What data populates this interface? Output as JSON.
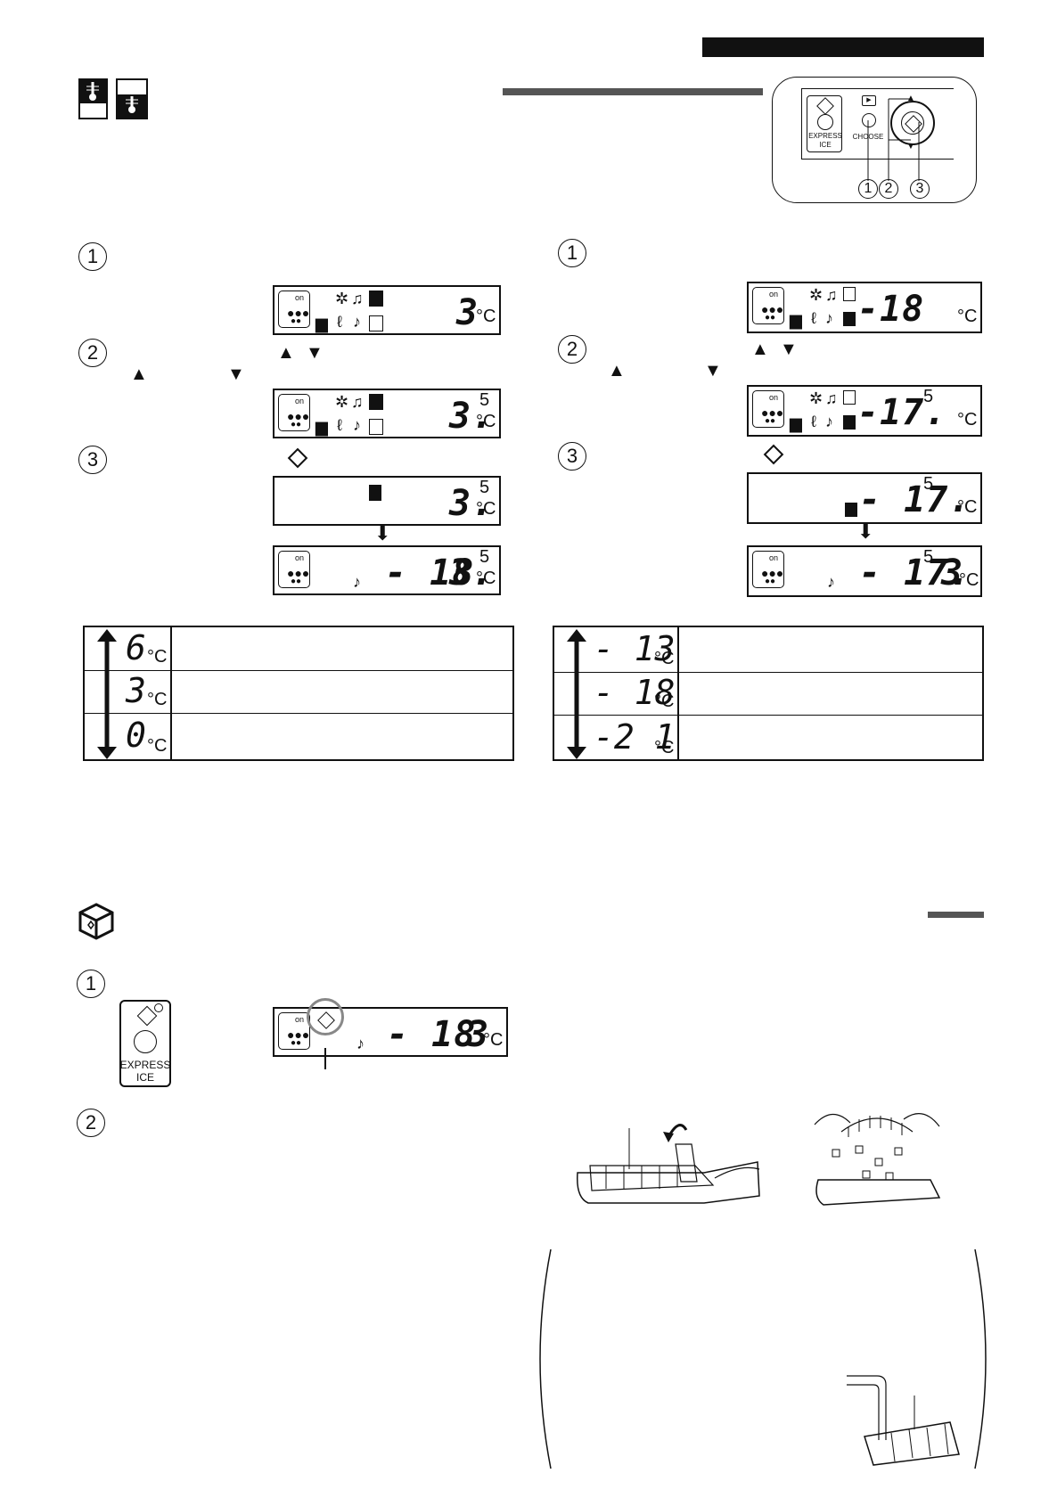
{
  "panel": {
    "express_label_1": "EXPRESS",
    "express_label_2": "ICE",
    "choose_label": "CHOOSE",
    "callouts": [
      "1",
      "2",
      "3"
    ]
  },
  "fridge_section": {
    "steps": [
      "1",
      "2",
      "3"
    ],
    "lcd1": {
      "temp": "3",
      "unit": "°C"
    },
    "lcd2": {
      "temp": "3.",
      "temp_sup": "5",
      "unit": "°C"
    },
    "lcd3": {
      "temp": "3.",
      "temp_sup": "5",
      "unit": "°C"
    },
    "lcd4": {
      "freezer_temp": "- 18",
      "temp": "3.",
      "temp_sup": "5",
      "unit": "°C"
    },
    "table": [
      {
        "value": "6",
        "unit": "°C"
      },
      {
        "value": "3",
        "unit": "°C"
      },
      {
        "value": "0",
        "unit": "°C"
      }
    ]
  },
  "freezer_section": {
    "steps": [
      "1",
      "2",
      "3"
    ],
    "lcd1": {
      "temp": "-18",
      "unit": "°C"
    },
    "lcd2": {
      "temp": "-17.",
      "temp_sup": "5",
      "unit": "°C"
    },
    "lcd3": {
      "temp": "- 17.",
      "temp_sup": "5",
      "unit": "°C"
    },
    "lcd4": {
      "freezer_temp": "- 17.",
      "freezer_sup": "5",
      "temp": "3",
      "unit": "°C"
    },
    "table": [
      {
        "value": "- 13",
        "unit": "°C"
      },
      {
        "value": "- 18",
        "unit": "°C"
      },
      {
        "value": "-2 1",
        "unit": "°C"
      }
    ]
  },
  "express_section": {
    "steps": [
      "1",
      "2"
    ],
    "button_label_1": "EXPRESS",
    "button_label_2": "ICE",
    "lcd": {
      "freezer_temp": "- 18",
      "temp": "3",
      "unit": "°C"
    }
  }
}
